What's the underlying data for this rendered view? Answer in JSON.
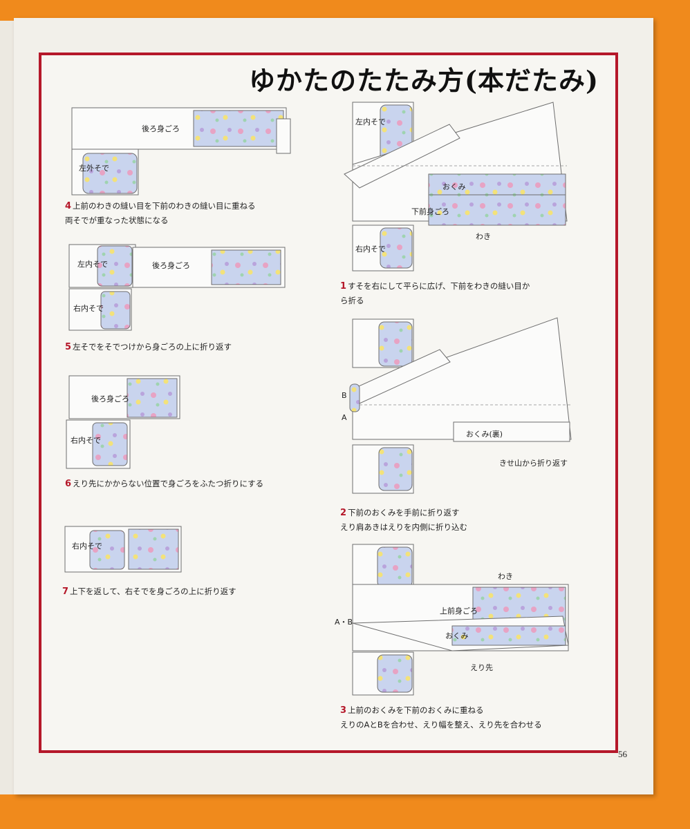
{
  "title": "ゆかたのたたみ方(本だたみ)",
  "page_number": "56",
  "colors": {
    "frame": "#b5182a",
    "background": "#f08a1c",
    "paper": "#f2f0ea"
  },
  "steps": {
    "s1": {
      "num": "1",
      "line1": "すそを右にして平らに広げ、下前をわきの縫い目か",
      "line2": "ら折る"
    },
    "s2": {
      "num": "2",
      "line1": "下前のおくみを手前に折り返す",
      "line2": "えり肩あきはえりを内側に折り込む"
    },
    "s3": {
      "num": "3",
      "line1": "上前のおくみを下前のおくみに重ねる",
      "line2": "えりのAとBを合わせ、えり幅を整え、えり先を合わせる"
    },
    "s4": {
      "num": "4",
      "line1": "上前のわきの縫い目を下前のわきの縫い目に重ねる",
      "line2": "両そでが重なった状態になる"
    },
    "s5": {
      "num": "5",
      "line1": "左そでをそでつけから身ごろの上に折り返す"
    },
    "s6": {
      "num": "6",
      "line1": "えり先にかからない位置で身ごろをふたつ折りにする"
    },
    "s7": {
      "num": "7",
      "line1": "上下を返して、右そでを身ごろの上に折り返す"
    }
  },
  "labels": {
    "d1": {
      "left_in_sleeve": "左内そで",
      "okumi": "おくみ",
      "shita_mae": "下前身ごろ",
      "waki": "わき",
      "right_in_sleeve": "右内そで"
    },
    "d2": {
      "b": "B",
      "a": "A",
      "okumi_ura": "おくみ(裏)",
      "kiseyama": "きせ山から折り返す"
    },
    "d3": {
      "waki": "わき",
      "kami_mae": "上前身ごろ",
      "okumi": "おくみ",
      "ab": "A・B",
      "erisaki": "えり先"
    },
    "d4": {
      "ushiro": "後ろ身ごろ",
      "left_out_sleeve": "左外そで"
    },
    "d5": {
      "left_in_sleeve": "左内そで",
      "ushiro": "後ろ身ごろ",
      "right_in_sleeve": "右内そで"
    },
    "d6": {
      "ushiro": "後ろ身ごろ",
      "right_in_sleeve": "右内そで"
    },
    "d7": {
      "right_in_sleeve": "右内そで"
    }
  }
}
